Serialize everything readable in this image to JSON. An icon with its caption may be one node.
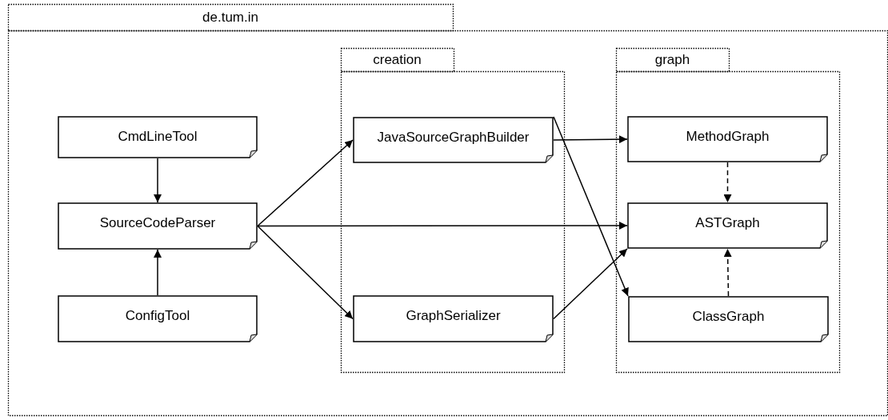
{
  "diagram": {
    "nodes": [
      {
        "text": [
          "de.tum.in"
        ]
      },
      {
        "text": [
          "CmdLineTool"
        ],
        "in": 0
      },
      {
        "text": [
          "SourceCodeParser"
        ],
        "in": 0
      },
      {
        "text": [
          "ConfigTool"
        ],
        "in": 0
      },
      {
        "text": [
          "creation"
        ],
        "in": 0
      },
      {
        "text": [
          "JavaSourceGraphBuilder"
        ],
        "in": 4
      },
      {
        "text": [
          "GraphSerializer"
        ],
        "in": 4
      },
      {
        "text": [
          "graph"
        ],
        "in": 0
      },
      {
        "text": [
          "MethodGraph"
        ],
        "in": 7
      },
      {
        "text": [
          "ASTGraph"
        ],
        "in": 7
      },
      {
        "text": [
          "ClassGraph"
        ],
        "in": 7
      }
    ],
    "edges": [
      {
        "from": 1,
        "to": 2,
        "arrow": "to"
      },
      {
        "from": 3,
        "to": 2,
        "arrow": "to"
      },
      {
        "from": 2,
        "to": 5,
        "arrow": "to"
      },
      {
        "from": 2,
        "to": 9,
        "arrow": "to"
      },
      {
        "from": 2,
        "to": 6,
        "arrow": "to"
      },
      {
        "from": 5,
        "to": 8,
        "arrow": "to"
      },
      {
        "from": 5,
        "to": 10,
        "arrow": "to"
      },
      {
        "from": 6,
        "to": 9,
        "arrow": "to"
      },
      {
        "from": 8,
        "to": 9,
        "arrow": "to",
        "style": "dashed"
      },
      {
        "from": 10,
        "to": 9,
        "arrow": "to",
        "style": "dashed"
      }
    ]
  }
}
